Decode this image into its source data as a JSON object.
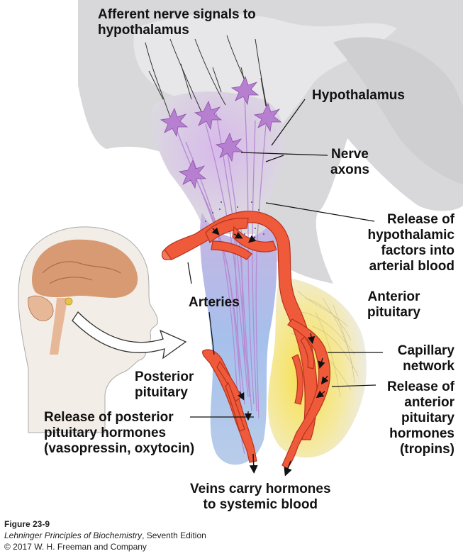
{
  "labels": {
    "afferent": [
      "Afferent nerve signals to",
      "hypothalamus"
    ],
    "hypothalamus": "Hypothalamus",
    "nerve_axons": [
      "Nerve",
      "axons"
    ],
    "release_hypothalamic": [
      "Release of",
      "hypothalamic",
      "factors into",
      "arterial blood"
    ],
    "anterior_pituitary": [
      "Anterior",
      "pituitary"
    ],
    "arteries": "Arteries",
    "capillary_network": [
      "Capillary",
      "network"
    ],
    "posterior_pituitary": [
      "Posterior",
      "pituitary"
    ],
    "release_anterior": [
      "Release of",
      "anterior",
      "pituitary",
      "hormones",
      "(tropins)"
    ],
    "release_posterior": [
      "Release of posterior",
      "pituitary hormones",
      "(vasopressin, oxytocin)"
    ],
    "veins": [
      "Veins carry hormones",
      "to systemic blood"
    ]
  },
  "caption": {
    "figure": "Figure 23-9",
    "book_title": "Lehninger Principles of Biochemistry",
    "edition": ", Seventh Edition",
    "copyright": "© 2017 W. H. Freeman and Company"
  },
  "colors": {
    "brain_tissue": "#d9d9db",
    "hypothalamus_purple": "#c9a8dc",
    "neuron": "#b77fd0",
    "vessel": "#ef5a3a",
    "vessel_dark": "#b8321e",
    "posterior_blue": "#a9c4ea",
    "anterior_yellow": "#f3dc55",
    "head_skin": "#f2ede6",
    "brain_small": "#d79a72"
  }
}
